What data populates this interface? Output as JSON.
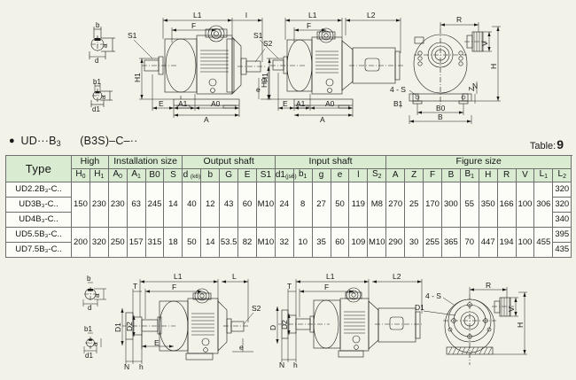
{
  "header": {
    "series_prefix": "UD",
    "series_dots": "···",
    "series_suffix": "B",
    "series_suffix_sub": "3",
    "variant": "(B3S)–C–··",
    "variant_plain": "(B",
    "table_label": "Table",
    "table_number": "9"
  },
  "table": {
    "type_header": "Type",
    "groups": [
      {
        "label": "High",
        "span": 2
      },
      {
        "label": "Installation size",
        "span": 4
      },
      {
        "label": "Output shaft",
        "span": 5
      },
      {
        "label": "Input shaft",
        "span": 6
      },
      {
        "label": "Figure size",
        "span": 11
      }
    ],
    "symbols": [
      {
        "main": "H",
        "sub": "0",
        "note": ""
      },
      {
        "main": "H",
        "sub": "1",
        "note": ""
      },
      {
        "main": "A",
        "sub": "0",
        "note": ""
      },
      {
        "main": "A",
        "sub": "1",
        "note": ""
      },
      {
        "main": "B0",
        "sub": "",
        "note": ""
      },
      {
        "main": "S",
        "sub": "",
        "note": ""
      },
      {
        "main": "d",
        "sub": "",
        "note": "(k6)"
      },
      {
        "main": "b",
        "sub": "",
        "note": ""
      },
      {
        "main": "G",
        "sub": "",
        "note": ""
      },
      {
        "main": "E",
        "sub": "",
        "note": ""
      },
      {
        "main": "S1",
        "sub": "",
        "note": ""
      },
      {
        "main": "d1",
        "sub": "",
        "note": "(js6)"
      },
      {
        "main": "b",
        "sub": "1",
        "note": ""
      },
      {
        "main": "g",
        "sub": "",
        "note": ""
      },
      {
        "main": "e",
        "sub": "",
        "note": ""
      },
      {
        "main": "l",
        "sub": "",
        "note": ""
      },
      {
        "main": "S",
        "sub": "2",
        "note": ""
      },
      {
        "main": "A",
        "sub": "",
        "note": ""
      },
      {
        "main": "Z",
        "sub": "",
        "note": ""
      },
      {
        "main": "F",
        "sub": "",
        "note": ""
      },
      {
        "main": "B",
        "sub": "",
        "note": ""
      },
      {
        "main": "B",
        "sub": "1",
        "note": ""
      },
      {
        "main": "H",
        "sub": "",
        "note": ""
      },
      {
        "main": "R",
        "sub": "",
        "note": ""
      },
      {
        "main": "V",
        "sub": "",
        "note": ""
      },
      {
        "main": "L",
        "sub": "1",
        "note": ""
      },
      {
        "main": "L",
        "sub": "2",
        "note": ""
      }
    ],
    "types": [
      "UD2.2B₃-C..",
      "UD3B₃-C..",
      "UD4B₃-C..",
      "UD5.5B₃-C..",
      "UD7.5B₃-C.."
    ],
    "group_a": {
      "rows": [
        "UD2.2B₃-C..",
        "UD3B₃-C..",
        "UD4B₃-C.."
      ],
      "H0": "150",
      "H1": "230",
      "A0": "230",
      "A1": "63",
      "B0": "245",
      "S": "14",
      "d": "40",
      "b": "12",
      "G": "43",
      "E": "60",
      "S1": "M10",
      "d1": "24",
      "b1": "8",
      "g": "27",
      "e": "50",
      "l": "119",
      "S2": "M8",
      "A": "270",
      "Z": "25",
      "F": "170",
      "B": "300",
      "B1": "55",
      "H": "350",
      "R": "166",
      "V": "100",
      "L1": "306",
      "L2": [
        "320",
        "320",
        "340"
      ]
    },
    "group_b": {
      "rows": [
        "UD5.5B₃-C..",
        "UD7.5B₃-C.."
      ],
      "H0": "200",
      "H1": "320",
      "A0": "250",
      "A1": "157",
      "B0": "315",
      "S": "18",
      "d": "50",
      "b": "14",
      "G": "53.5",
      "E": "82",
      "S1": "M10",
      "d1": "32",
      "b1": "10",
      "g": "35",
      "e": "60",
      "l": "109",
      "S2": "M10",
      "A": "290",
      "Z": "30",
      "F": "255",
      "B": "365",
      "B1": "70",
      "H": "447",
      "R": "194",
      "V": "100",
      "L1": "455",
      "L2": [
        "395",
        "435"
      ]
    }
  },
  "drawings": {
    "top_left": {
      "name": "foot-mounted-gearbox-side-view",
      "labels": [
        "b",
        "d",
        "a",
        "b1",
        "d1",
        "a",
        "S1",
        "S2",
        "H1",
        "H0",
        "L1",
        "l",
        "F",
        "E",
        "A1",
        "A0",
        "A",
        "e"
      ]
    },
    "top_middle": {
      "name": "geared-motor-side-view",
      "labels": [
        "L1",
        "L2",
        "S1",
        "H1",
        "F",
        "E",
        "A1",
        "A0",
        "A",
        "4 - S",
        "B1"
      ]
    },
    "top_right": {
      "name": "gearbox-end-view",
      "labels": [
        "R",
        "V",
        "H",
        "Z",
        "N",
        "4 - S",
        "B1",
        "B0",
        "B"
      ]
    },
    "bottom_left": {
      "name": "flange-mounted-gearbox-side-view",
      "labels": [
        "b",
        "d",
        "a",
        "b1",
        "d1",
        "a",
        "L1",
        "L",
        "T",
        "F",
        "D1",
        "D2",
        "E",
        "N",
        "h",
        "S2",
        "e"
      ]
    },
    "bottom_middle": {
      "name": "flange-mounted-geared-motor-side-view",
      "labels": [
        "L1",
        "L2",
        "T",
        "F",
        "D",
        "D2",
        "N",
        "h",
        "4 - S",
        "D1"
      ]
    },
    "bottom_right": {
      "name": "flange-end-view",
      "labels": [
        "R",
        "4 - S",
        "D1",
        "V",
        "H"
      ]
    }
  },
  "colors": {
    "page_background": "#f2f2e8",
    "header_fill": "#d9ecd2",
    "cell_fill": "#fbfdf6",
    "border": "#6f6f6f",
    "text": "#141414"
  }
}
